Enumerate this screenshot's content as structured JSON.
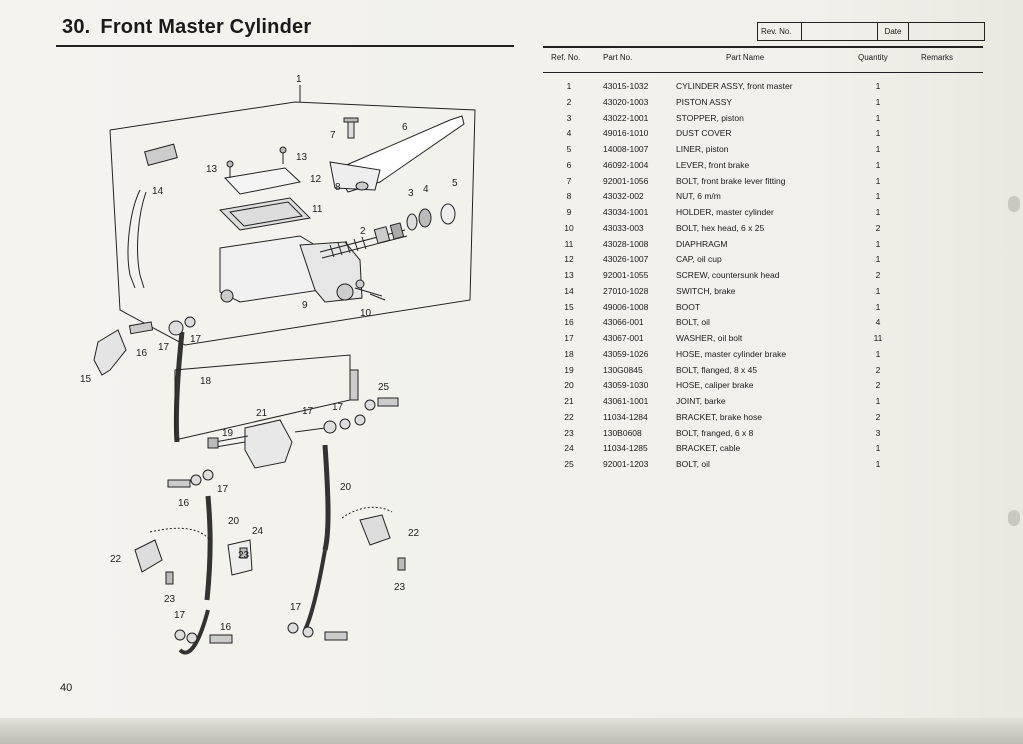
{
  "header": {
    "section_number": "30.",
    "section_title": "Front Master Cylinder",
    "rev_label": "Rev. No.",
    "date_label": "Date"
  },
  "table": {
    "columns": [
      "Ref. No.",
      "Part No.",
      "Part Name",
      "Quantity",
      "Remarks"
    ],
    "rows": [
      {
        "ref": "1",
        "part_no": "43015-1032",
        "name": "CYLINDER ASSY, front master",
        "qty": "1"
      },
      {
        "ref": "2",
        "part_no": "43020-1003",
        "name": "PISTON ASSY",
        "qty": "1"
      },
      {
        "ref": "3",
        "part_no": "43022-1001",
        "name": "STOPPER, piston",
        "qty": "1"
      },
      {
        "ref": "4",
        "part_no": "49016-1010",
        "name": "DUST COVER",
        "qty": "1"
      },
      {
        "ref": "5",
        "part_no": "14008-1007",
        "name": "LINER, piston",
        "qty": "1"
      },
      {
        "ref": "6",
        "part_no": "46092-1004",
        "name": "LEVER, front brake",
        "qty": "1"
      },
      {
        "ref": "7",
        "part_no": "92001-1056",
        "name": "BOLT, front brake lever fitting",
        "qty": "1"
      },
      {
        "ref": "8",
        "part_no": "43032-002",
        "name": "NUT, 6 m/m",
        "qty": "1"
      },
      {
        "ref": "9",
        "part_no": "43034-1001",
        "name": "HOLDER, master cylinder",
        "qty": "1"
      },
      {
        "ref": "10",
        "part_no": "43033-003",
        "name": "BOLT, hex head, 6 x 25",
        "qty": "2"
      },
      {
        "ref": "11",
        "part_no": "43028-1008",
        "name": "DIAPHRAGM",
        "qty": "1"
      },
      {
        "ref": "12",
        "part_no": "43026-1007",
        "name": "CAP, oil cup",
        "qty": "1"
      },
      {
        "ref": "13",
        "part_no": "92001-1055",
        "name": "SCREW, countersunk head",
        "qty": "2"
      },
      {
        "ref": "14",
        "part_no": "27010-1028",
        "name": "SWITCH, brake",
        "qty": "1"
      },
      {
        "ref": "15",
        "part_no": "49006-1008",
        "name": "BOOT",
        "qty": "1"
      },
      {
        "ref": "16",
        "part_no": "43066-001",
        "name": "BOLT, oil",
        "qty": "4"
      },
      {
        "ref": "17",
        "part_no": "43067-001",
        "name": "WASHER, oil bolt",
        "qty": "11"
      },
      {
        "ref": "18",
        "part_no": "43059-1026",
        "name": "HOSE, master cylinder brake",
        "qty": "1"
      },
      {
        "ref": "19",
        "part_no": "130G0845",
        "name": "BOLT, flanged, 8 x 45",
        "qty": "2"
      },
      {
        "ref": "20",
        "part_no": "43059-1030",
        "name": "HOSE, caliper brake",
        "qty": "2"
      },
      {
        "ref": "21",
        "part_no": "43061-1001",
        "name": "JOINT, barke",
        "qty": "1"
      },
      {
        "ref": "22",
        "part_no": "11034-1284",
        "name": "BRACKET, brake hose",
        "qty": "2"
      },
      {
        "ref": "23",
        "part_no": "130B0608",
        "name": "BOLT, franged, 6 x 8",
        "qty": "3"
      },
      {
        "ref": "24",
        "part_no": "11034-1285",
        "name": "BRACKET, cable",
        "qty": "1"
      },
      {
        "ref": "25",
        "part_no": "92001-1203",
        "name": "BOLT, oil",
        "qty": "1"
      }
    ]
  },
  "diagram_labels": [
    "1",
    "2",
    "3",
    "4",
    "5",
    "6",
    "7",
    "8",
    "9",
    "10",
    "11",
    "12",
    "13",
    "13",
    "14",
    "15",
    "16",
    "16",
    "16",
    "17",
    "17",
    "17",
    "17",
    "17",
    "17",
    "17",
    "18",
    "19",
    "20",
    "20",
    "21",
    "22",
    "22",
    "23",
    "23",
    "23",
    "24",
    "25"
  ],
  "footer": {
    "page_number": "40"
  }
}
